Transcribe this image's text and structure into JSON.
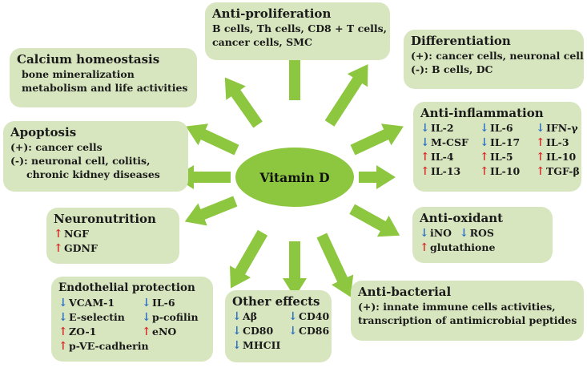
{
  "center": {
    "label": "Vitamin D"
  },
  "colors": {
    "arrow": "#8dc63f",
    "box": "#d8e6bf",
    "increase": "#d62b2b",
    "decrease": "#2b6fc4"
  },
  "icons": {
    "increase": "↑",
    "decrease": "↓"
  },
  "boxes": {
    "anti_proliferation": {
      "title": "Anti-proliferation",
      "lines": [
        "B cells, Th cells, CD8 + T cells,",
        "cancer cells, SMC"
      ]
    },
    "differentiation": {
      "title": "Differentiation",
      "lines": [
        "(+): cancer cells, neuronal cell",
        "(-): B cells, DC"
      ]
    },
    "calcium": {
      "title": "Calcium homeostasis",
      "lines": [
        "bone mineralization",
        "metabolism and life activities"
      ]
    },
    "anti_inflammation": {
      "title": "Anti-inflammation",
      "items": [
        {
          "dir": "down",
          "label": "IL-2"
        },
        {
          "dir": "down",
          "label": "IL-6"
        },
        {
          "dir": "down",
          "label": "IFN-γ"
        },
        {
          "dir": "down",
          "label": "M-CSF"
        },
        {
          "dir": "down",
          "label": "IL-17"
        },
        {
          "dir": "up",
          "label": "IL-3"
        },
        {
          "dir": "up",
          "label": "IL-4"
        },
        {
          "dir": "up",
          "label": "IL-5"
        },
        {
          "dir": "up",
          "label": "IL-10"
        },
        {
          "dir": "up",
          "label": "IL-13"
        },
        {
          "dir": "up",
          "label": "IL-10"
        },
        {
          "dir": "up",
          "label": "TGF-β"
        }
      ]
    },
    "apoptosis": {
      "title": "Apoptosis",
      "lines": [
        "(+): cancer cells",
        "(-): neuronal cell, colitis,",
        "chronic kidney diseases"
      ]
    },
    "neuronutrition": {
      "title": "Neuronutrition",
      "items": [
        {
          "dir": "up",
          "label": "NGF"
        },
        {
          "dir": "up",
          "label": "GDNF"
        }
      ]
    },
    "anti_oxidant": {
      "title": "Anti-oxidant",
      "items": [
        {
          "dir": "down",
          "label": "iNO"
        },
        {
          "dir": "down",
          "label": "ROS"
        },
        {
          "dir": "up",
          "label": "glutathione"
        }
      ]
    },
    "endothelial": {
      "title": "Endothelial protection",
      "items": [
        {
          "dir": "down",
          "label": "VCAM-1"
        },
        {
          "dir": "down",
          "label": "IL-6"
        },
        {
          "dir": "down",
          "label": "E-selectin"
        },
        {
          "dir": "down",
          "label": "p-cofilin"
        },
        {
          "dir": "up",
          "label": "ZO-1"
        },
        {
          "dir": "up",
          "label": "eNO"
        },
        {
          "dir": "up",
          "label": "p-VE-cadherin"
        }
      ]
    },
    "other": {
      "title": "Other effects",
      "items": [
        {
          "dir": "down",
          "label": "Aβ"
        },
        {
          "dir": "down",
          "label": "CD40"
        },
        {
          "dir": "down",
          "label": "CD80"
        },
        {
          "dir": "down",
          "label": "CD86"
        },
        {
          "dir": "down",
          "label": "MHCII"
        }
      ]
    },
    "anti_bacterial": {
      "title": "Anti-bacterial",
      "lines": [
        "(+): innate immune cells activities,",
        "transcription of antimicrobial peptides"
      ]
    }
  }
}
